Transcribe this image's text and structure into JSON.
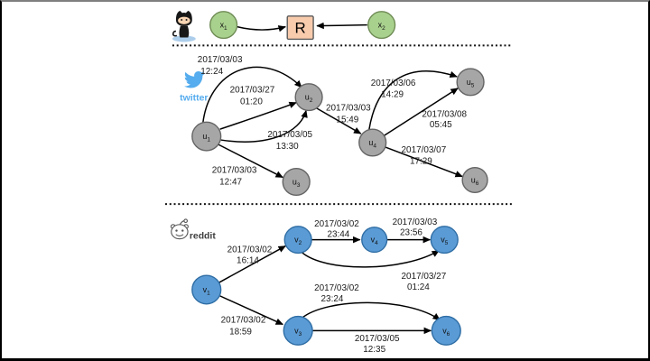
{
  "colors": {
    "node_green": "#a9d18e",
    "node_green_border": "#6e8b54",
    "node_gray": "#a6a6a6",
    "node_gray_border": "#646464",
    "node_blue": "#5b9bd5",
    "node_blue_border": "#2e6da4",
    "relation_orange": "#f8cbad",
    "relation_border": "#595959",
    "twitter_blue": "#55acee",
    "reddit_text": "#3f3f3f",
    "edge_black": "#000000"
  },
  "github": {
    "icon": "github-octocat-icon",
    "relation_label": "R",
    "nodes": [
      {
        "base": "x",
        "sub": "1"
      },
      {
        "base": "x",
        "sub": "2"
      }
    ]
  },
  "twitter": {
    "icon": "twitter-bird-icon",
    "wordmark": "twitter",
    "nodes": [
      {
        "base": "u",
        "sub": "1"
      },
      {
        "base": "u",
        "sub": "2"
      },
      {
        "base": "u",
        "sub": "3"
      },
      {
        "base": "u",
        "sub": "4"
      },
      {
        "base": "u",
        "sub": "5"
      },
      {
        "base": "u",
        "sub": "6"
      }
    ],
    "edges": [
      {
        "from": "u1",
        "to": "u2",
        "date": "2017/03/03",
        "time": "12:24"
      },
      {
        "from": "u1",
        "to": "u2",
        "date": "2017/03/27",
        "time": "01:20"
      },
      {
        "from": "u1",
        "to": "u2",
        "date": "2017/03/05",
        "time": "13:30"
      },
      {
        "from": "u1",
        "to": "u3",
        "date": "2017/03/03",
        "time": "12:47"
      },
      {
        "from": "u2",
        "to": "u4",
        "date": "2017/03/03",
        "time": "15:49"
      },
      {
        "from": "u4",
        "to": "u5",
        "date": "2017/03/06",
        "time": "14:29"
      },
      {
        "from": "u4",
        "to": "u5",
        "date": "2017/03/08",
        "time": "05:45"
      },
      {
        "from": "u4",
        "to": "u6",
        "date": "2017/03/07",
        "time": "17:29"
      }
    ]
  },
  "reddit": {
    "icon": "reddit-snoo-icon",
    "wordmark": "reddit",
    "nodes": [
      {
        "base": "v",
        "sub": "1"
      },
      {
        "base": "v",
        "sub": "2"
      },
      {
        "base": "v",
        "sub": "3"
      },
      {
        "base": "v",
        "sub": "4"
      },
      {
        "base": "v",
        "sub": "5"
      },
      {
        "base": "v",
        "sub": "6"
      }
    ],
    "edges": [
      {
        "from": "v1",
        "to": "v2",
        "date": "2017/03/02",
        "time": "16:14"
      },
      {
        "from": "v1",
        "to": "v3",
        "date": "2017/03/02",
        "time": "18:59"
      },
      {
        "from": "v2",
        "to": "v4",
        "date": "2017/03/02",
        "time": "23:44"
      },
      {
        "from": "v4",
        "to": "v5",
        "date": "2017/03/03",
        "time": "23:56"
      },
      {
        "from": "v2",
        "to": "v5",
        "date": "2017/03/27",
        "time": "01:24"
      },
      {
        "from": "v3",
        "to": "v6",
        "date": "2017/03/02",
        "time": "23:24"
      },
      {
        "from": "v3",
        "to": "v6",
        "date": "2017/03/05",
        "time": "12:35"
      }
    ]
  }
}
